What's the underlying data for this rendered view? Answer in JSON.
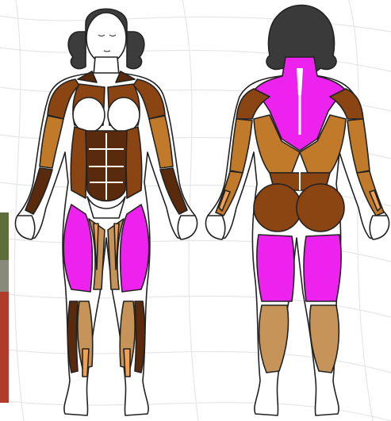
{
  "figure": {
    "views": [
      "front",
      "back"
    ],
    "highlight_color": "#ee22ee",
    "highlighted_regions": {
      "front": [
        "left-quadriceps",
        "right-quadriceps"
      ],
      "back": [
        "trapezius-upper",
        "left-hamstring",
        "right-hamstring"
      ]
    },
    "palette": {
      "dark_brown": "#5a2a0c",
      "mid_brown": "#8a4512",
      "orange_brown": "#c07a2a",
      "tan": "#c69358",
      "light_orange": "#f0a050",
      "magenta": "#ee22ee",
      "outline": "#222222",
      "hair": "#3a3a3a",
      "background_lines": "#e4e4e4"
    }
  }
}
